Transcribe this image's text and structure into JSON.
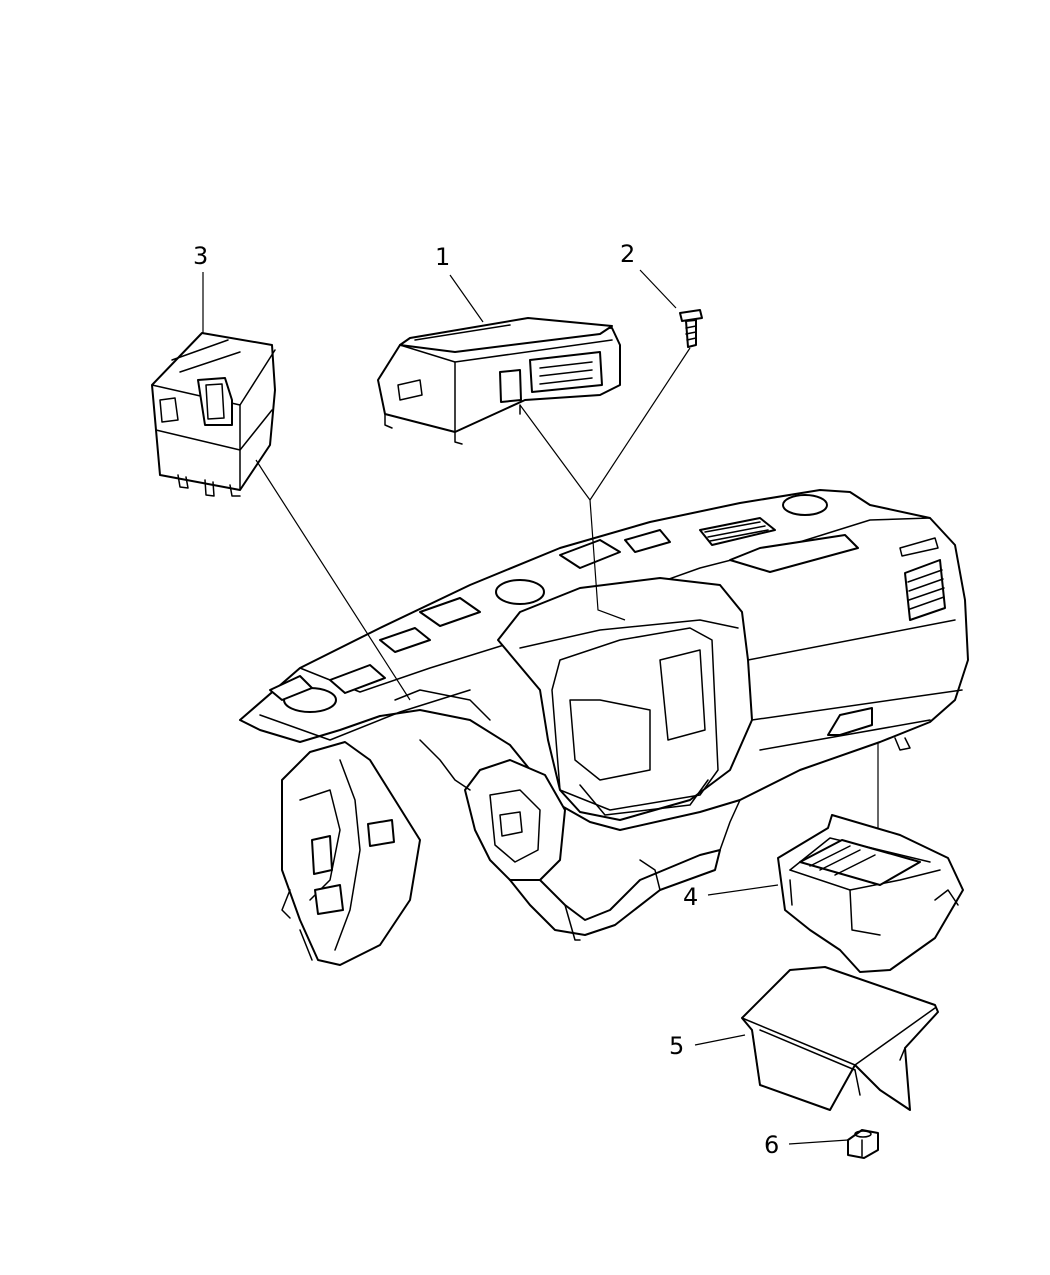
{
  "diagram": {
    "callouts": [
      {
        "id": "1",
        "label": "1"
      },
      {
        "id": "2",
        "label": "2"
      },
      {
        "id": "3",
        "label": "3"
      },
      {
        "id": "4",
        "label": "4"
      },
      {
        "id": "5",
        "label": "5"
      },
      {
        "id": "6",
        "label": "6"
      }
    ],
    "stroke_color": "#000000",
    "background_color": "#ffffff"
  }
}
